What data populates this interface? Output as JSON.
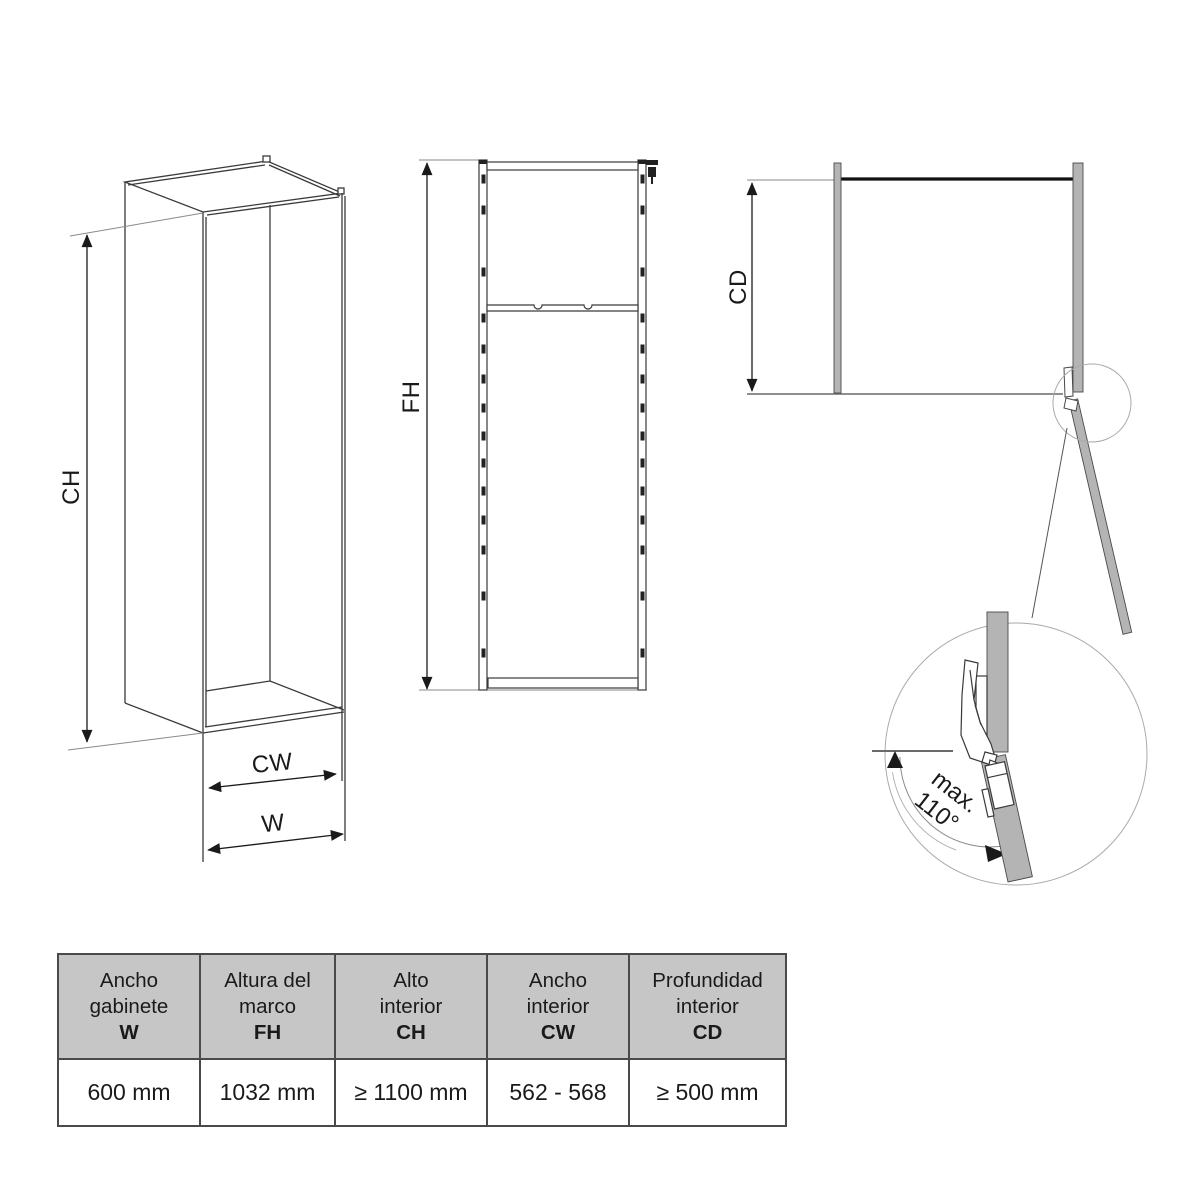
{
  "diagram": {
    "views": {
      "cabinet_3d": {
        "dim_height_label": "CH",
        "dim_inner_width_label": "CW",
        "dim_outer_width_label": "W"
      },
      "frame_front": {
        "dim_frame_height_label": "FH",
        "slot_ys": [
          179,
          210,
          272,
          318,
          349,
          379,
          408,
          436,
          463,
          491,
          520,
          550,
          596,
          653
        ]
      },
      "top_view": {
        "dim_depth_label": "CD",
        "angle_note_line1": "max.",
        "angle_note_line2": "110°"
      }
    }
  },
  "table": {
    "columns": [
      {
        "label_line1": "Ancho",
        "label_line2": "gabinete",
        "code": "W",
        "value": "600 mm"
      },
      {
        "label_line1": "Altura del",
        "label_line2": "marco",
        "code": "FH",
        "value": "1032 mm"
      },
      {
        "label_line1": "Alto",
        "label_line2": "interior",
        "code": "CH",
        "value": "≥ 1100 mm"
      },
      {
        "label_line1": "Ancho",
        "label_line2": "interior",
        "code": "CW",
        "value": "562 - 568"
      },
      {
        "label_line1": "Profundidad",
        "label_line2": "interior",
        "code": "CD",
        "value": "≥ 500 mm"
      }
    ]
  },
  "colors": {
    "panel_gray": "#b4b4b4",
    "line_dark": "#3a3a3a",
    "arrow_black": "#1a1a1a",
    "table_header_bg": "#c6c6c6",
    "table_border": "#4a4a4a"
  }
}
